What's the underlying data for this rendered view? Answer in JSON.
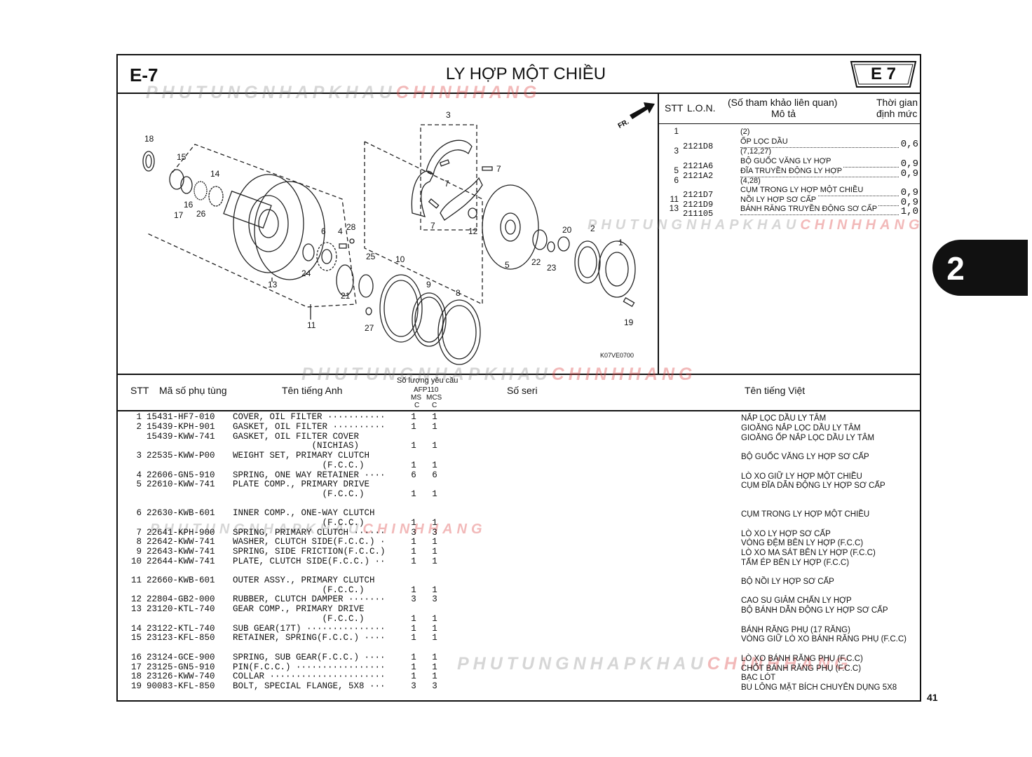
{
  "header": {
    "section_code": "E-7",
    "title": "LY HỢP MỘT CHIỀU",
    "tab_code": "E 7",
    "side_tab": "2",
    "page_number": "41"
  },
  "watermark": {
    "part1": "PHUTUNGNHAPKHAU",
    "part2": "CHINHHANG"
  },
  "diagram": {
    "code": "K07VE0700",
    "front_marker": "FR.",
    "callouts": [
      "18",
      "15",
      "14",
      "16",
      "17",
      "26",
      "13",
      "11",
      "3",
      "7",
      "7",
      "7",
      "12",
      "6",
      "4",
      "28",
      "24",
      "25",
      "21",
      "27",
      "10",
      "9",
      "8",
      "5",
      "22",
      "23",
      "20",
      "2",
      "1",
      "19"
    ]
  },
  "reference_table": {
    "headers": {
      "stt": "STT",
      "lon": "L.O.N.",
      "desc_line1": "(Số tham khảo liên quan)",
      "desc_line2": "Mô tả",
      "time_line1": "Thời gian",
      "time_line2": "định mức"
    },
    "rows": [
      {
        "stt": "1",
        "lon": "",
        "desc": "(2)",
        "time": ""
      },
      {
        "stt": "",
        "lon": "2121D8",
        "desc": "ỐP LỌC DẦU",
        "time": "0,6"
      },
      {
        "stt": "3",
        "lon": "",
        "desc": "(7,12,27)",
        "time": ""
      },
      {
        "stt": "",
        "lon": "2121A6",
        "desc": "BỘ GUỐC VĂNG LY HỢP",
        "time": "0,9"
      },
      {
        "stt": "5",
        "lon": "2121A2",
        "desc": "ĐĨA TRUYỀN ĐỘNG LY HỢP",
        "time": "0,9"
      },
      {
        "stt": "6",
        "lon": "",
        "desc": "(4,28)",
        "time": ""
      },
      {
        "stt": "",
        "lon": "2121D7",
        "desc": "CỤM TRONG LY HỢP MỘT CHIỀU",
        "time": "0,9"
      },
      {
        "stt": "11",
        "lon": "2121D9",
        "desc": "NỒI LY HỢP SƠ CẤP",
        "time": "0,9"
      },
      {
        "stt": "13",
        "lon": "211105",
        "desc": "BÁNH RĂNG TRUYỀN ĐỘNG SƠ CẤP",
        "time": "1,0"
      }
    ]
  },
  "parts_table": {
    "headers": {
      "stt": "STT",
      "part_no": "Mã số phụ tùng",
      "name_en": "Tên tiếng Anh",
      "qty": "Số lượng yêu cầu",
      "model": "AFP110",
      "ms": "MS",
      "mcs": "MCS",
      "c1": "C",
      "c2": "C",
      "serial": "Số seri",
      "name_vi": "Tên tiếng Việt"
    },
    "rows": [
      {
        "stt": "1",
        "part": "15431-HF7-010",
        "en": "COVER, OIL FILTER ···········",
        "q1": "1",
        "q2": "1",
        "vi": "NẮP LỌC DẦU LY TÂM"
      },
      {
        "stt": "2",
        "part": "15439-KPH-901",
        "en": "GASKET, OIL FILTER ··········",
        "q1": "1",
        "q2": "1",
        "vi": "GIOĂNG NẮP LỌC DẦU LY TÂM"
      },
      {
        "stt": "",
        "part": "15439-KWW-741",
        "en": "GASKET, OIL FILTER COVER",
        "q1": "",
        "q2": "",
        "vi": "GIOĂNG ỐP NẮP LỌC DẦU LY TÂM"
      },
      {
        "stt": "",
        "part": "",
        "en": "               (NICHIAS)",
        "q1": "1",
        "q2": "1",
        "vi": ""
      },
      {
        "stt": "3",
        "part": "22535-KWW-P00",
        "en": "WEIGHT SET, PRIMARY CLUTCH",
        "q1": "",
        "q2": "",
        "vi": "BỘ GUỐC VĂNG LY HỢP SƠ CẤP"
      },
      {
        "stt": "",
        "part": "",
        "en": "                 (F.C.C.)",
        "q1": "1",
        "q2": "1",
        "vi": ""
      },
      {
        "stt": "4",
        "part": "22606-GN5-910",
        "en": "SPRING, ONE WAY RETAINER ····",
        "q1": "6",
        "q2": "6",
        "vi": "LÒ XO GIỮ LY HỢP MỘT CHIỀU"
      },
      {
        "stt": "5",
        "part": "22610-KWW-741",
        "en": "PLATE COMP., PRIMARY DRIVE",
        "q1": "",
        "q2": "",
        "vi": "CỤM ĐĨA DẪN ĐỘNG LY HỢP SƠ CẤP"
      },
      {
        "stt": "",
        "part": "",
        "en": "                 (F.C.C.)",
        "q1": "1",
        "q2": "1",
        "vi": ""
      },
      {
        "stt": "6",
        "part": "22630-KWB-601",
        "en": "INNER COMP., ONE-WAY CLUTCH",
        "q1": "",
        "q2": "",
        "vi": "CỤM TRONG LY HỢP MỘT CHIỀU"
      },
      {
        "stt": "",
        "part": "",
        "en": "                 (F.C.C.)",
        "q1": "1",
        "q2": "1",
        "vi": ""
      },
      {
        "stt": "7",
        "part": "22641-KPH-900",
        "en": "SPRING, PRIMARY CLUTCH ······",
        "q1": "3",
        "q2": "3",
        "vi": "LÒ XO LY HỢP SƠ CẤP"
      },
      {
        "stt": "8",
        "part": "22642-KWW-741",
        "en": "WASHER, CLUTCH SIDE(F.C.C.) ·",
        "q1": "1",
        "q2": "1",
        "vi": "VÒNG ĐỆM BÊN LY HỢP (F.C.C)"
      },
      {
        "stt": "9",
        "part": "22643-KWW-741",
        "en": "SPRING, SIDE FRICTION(F.C.C.)",
        "q1": "1",
        "q2": "1",
        "vi": "LÒ XO MA SÁT BÊN LY HỢP (F.C.C)"
      },
      {
        "stt": "10",
        "part": "22644-KWW-741",
        "en": "PLATE, CLUTCH SIDE(F.C.C.) ··",
        "q1": "1",
        "q2": "1",
        "vi": "TẤM ÉP BÊN LY HỢP (F.C.C)"
      },
      {
        "stt": "11",
        "part": "22660-KWB-601",
        "en": "OUTER ASSY., PRIMARY CLUTCH",
        "q1": "",
        "q2": "",
        "vi": "BỘ NỒI LY HỢP SƠ CẤP"
      },
      {
        "stt": "",
        "part": "",
        "en": "                 (F.C.C.)",
        "q1": "1",
        "q2": "1",
        "vi": ""
      },
      {
        "stt": "12",
        "part": "22804-GB2-000",
        "en": "RUBBER, CLUTCH DAMPER ·······",
        "q1": "3",
        "q2": "3",
        "vi": "CAO SU GIẢM CHẤN LY HỢP"
      },
      {
        "stt": "13",
        "part": "23120-KTL-740",
        "en": "GEAR COMP., PRIMARY DRIVE",
        "q1": "",
        "q2": "",
        "vi": "BỘ BÁNH DẪN ĐỘNG LY HỢP SƠ CẤP"
      },
      {
        "stt": "",
        "part": "",
        "en": "                 (F.C.C.)",
        "q1": "1",
        "q2": "1",
        "vi": ""
      },
      {
        "stt": "14",
        "part": "23122-KTL-740",
        "en": "SUB GEAR(17T) ···············",
        "q1": "1",
        "q2": "1",
        "vi": "BÁNH RĂNG PHỤ (17 RĂNG)"
      },
      {
        "stt": "15",
        "part": "23123-KFL-850",
        "en": "RETAINER, SPRING(F.C.C.) ····",
        "q1": "1",
        "q2": "1",
        "vi": "VÒNG GIỮ LÒ XO BÁNH RĂNG PHỤ (F.C.C)"
      },
      {
        "stt": "16",
        "part": "23124-GCE-900",
        "en": "SPRING, SUB GEAR(F.C.C.) ····",
        "q1": "1",
        "q2": "1",
        "vi": "LÒ XO BÁNH RĂNG PHỤ (F.C.C)"
      },
      {
        "stt": "17",
        "part": "23125-GN5-910",
        "en": "PIN(F.C.C.) ·················",
        "q1": "1",
        "q2": "1",
        "vi": "CHỐT BÁNH RĂNG PHỤ (F.C.C)"
      },
      {
        "stt": "18",
        "part": "23126-KWW-740",
        "en": "COLLAR ······················",
        "q1": "1",
        "q2": "1",
        "vi": "BẠC LÓT"
      },
      {
        "stt": "19",
        "part": "90083-KFL-850",
        "en": "BOLT, SPECIAL FLANGE, 5X8 ···",
        "q1": "3",
        "q2": "3",
        "vi": "BU LÔNG MẶT BÍCH CHUYÊN DỤNG 5X8"
      }
    ]
  }
}
